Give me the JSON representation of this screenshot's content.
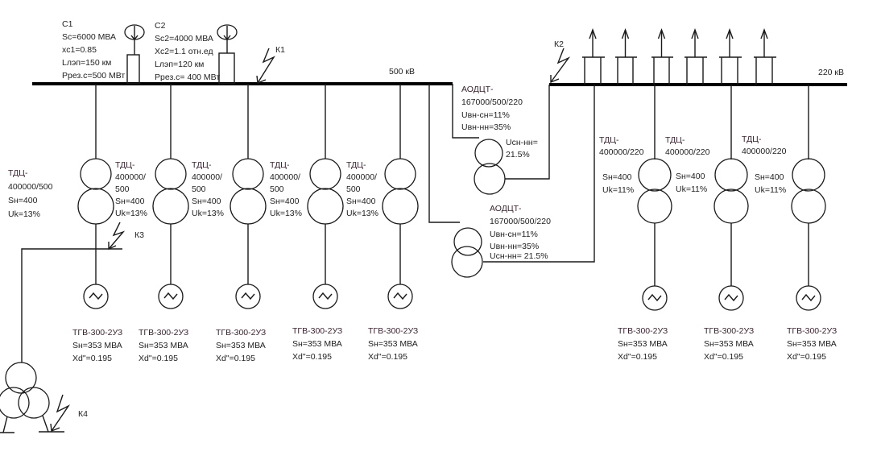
{
  "diagram": {
    "buses": {
      "hv": {
        "label": "500 кВ"
      },
      "mv": {
        "label": "220 кВ"
      }
    },
    "systems": [
      {
        "id": "C1",
        "lines": [
          "C1",
          "Sc=6000 МВА",
          "xc1=0.85",
          "Lлэп=150 км",
          "Ррез.с=500 МВт"
        ]
      },
      {
        "id": "C2",
        "lines": [
          "C2",
          "Sc2=4000 МВА",
          "Xc2=1.1 отн.ед",
          "Lлэп=120 км",
          "Ррез.с= 400 МВт"
        ]
      }
    ],
    "faults": [
      {
        "label": "К1"
      },
      {
        "label": "К2"
      },
      {
        "label": "К3"
      },
      {
        "label": "К4"
      }
    ],
    "hv_transformers": [
      {
        "lines": [
          "ТДЦ-",
          "400000/500",
          "Sн=400",
          "Uk=13%"
        ]
      },
      {
        "lines": [
          "ТДЦ-",
          "400000/",
          "500",
          "Sн=400",
          "Uk=13%"
        ]
      },
      {
        "lines": [
          "ТДЦ-",
          "400000/",
          "500",
          "Sн=400",
          "Uk=13%"
        ]
      },
      {
        "lines": [
          "ТДЦ-",
          "400000/",
          "500",
          "Sн=400",
          "Uk=13%"
        ]
      },
      {
        "lines": [
          "ТДЦ-",
          "400000/",
          "500",
          "Sн=400",
          "Uk=13%"
        ]
      }
    ],
    "autotransformers": [
      {
        "lines": [
          "АОДЦТ-",
          "167000/500/220",
          "Uвн-сн=11%",
          "Uвн-нн=35%"
        ],
        "extra": [
          "Uсн-нн=",
          "21.5%"
        ]
      },
      {
        "lines": [
          "АОДЦТ-",
          "167000/500/220",
          "Uвн-сн=11%",
          "Uвн-нн=35%",
          "Uсн-нн= 21.5%"
        ]
      }
    ],
    "mv_transformers": [
      {
        "lines": [
          "ТДЦ-",
          "400000/220",
          "Sн=400",
          "Uk=11%"
        ]
      },
      {
        "lines": [
          "ТДЦ-",
          "400000/220",
          "Sн=400",
          "Uk=11%"
        ]
      },
      {
        "lines": [
          "ТДЦ-",
          "400000/220",
          "Sн=400",
          "Uk=11%"
        ]
      }
    ],
    "generators": [
      {
        "lines": [
          "ТГВ-300-2УЗ",
          "Sн=353 МВА",
          "Xd\"=0.195"
        ]
      },
      {
        "lines": [
          "ТГВ-300-2УЗ",
          "Sн=353 МВА",
          "Xd\"=0.195"
        ]
      },
      {
        "lines": [
          "ТГВ-300-2УЗ",
          "Sн=353 МВА",
          "Xd\"=0.195"
        ]
      },
      {
        "lines": [
          "ТГВ-300-2УЗ",
          "Sн=353 МВА",
          "Xd\"=0.195"
        ]
      },
      {
        "lines": [
          "ТГВ-300-2УЗ",
          "Sн=353 МВА",
          "Xd\"=0.195"
        ]
      },
      {
        "lines": [
          "ТГВ-300-2УЗ",
          "Sн=353 МВА",
          "Xd\"=0.195"
        ]
      },
      {
        "lines": [
          "ТГВ-300-2УЗ",
          "Sн=353 МВА",
          "Xd\"=0.195"
        ]
      },
      {
        "lines": [
          "ТГВ-300-2УЗ",
          "Sн=353 МВА",
          "Xd\"=0.195"
        ]
      }
    ],
    "loads_count": 6
  }
}
